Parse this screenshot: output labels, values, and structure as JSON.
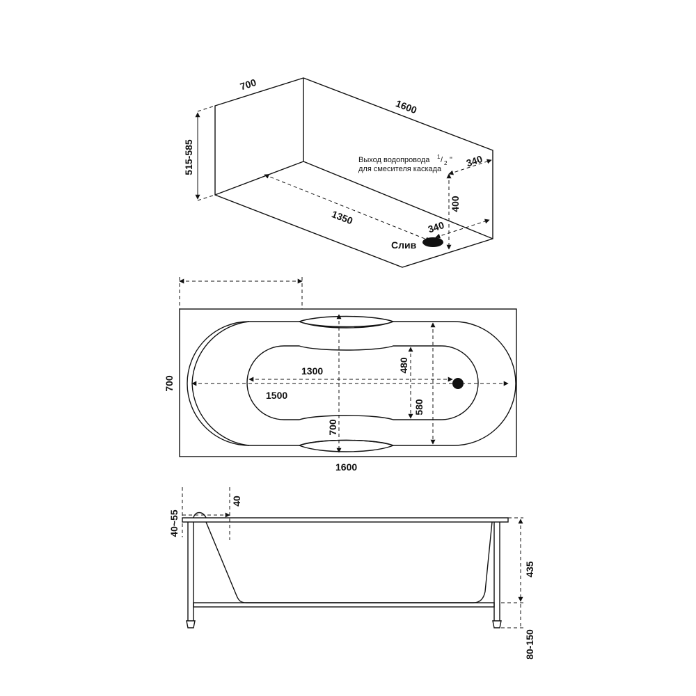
{
  "iso_view": {
    "dim_width": "700",
    "dim_length": "1600",
    "dim_height_range": "515-585",
    "dim_inner_length": "1350",
    "dim_water_outlet_offset": "340",
    "dim_drain_offset": "340",
    "dim_water_outlet_height": "400",
    "water_outlet_note_line1": "Выход водопровода",
    "water_outlet_fraction_num": "1",
    "water_outlet_fraction_den": "2",
    "water_outlet_inch": "\"",
    "water_outlet_note_line2": "для смесителя каскада",
    "drain_label": "Слив"
  },
  "top_view": {
    "dim_width": "700",
    "dim_length": "1600",
    "dim_inner_length": "1300",
    "dim_bowl_length": "1500",
    "dim_bowl_width": "700",
    "dim_bottom_narrow": "480",
    "dim_bottom_wide": "580"
  },
  "side_view": {
    "dim_rim_thickness": "40~55",
    "dim_rim_offset": "40",
    "dim_frame_height": "435",
    "dim_leg_adjust": "80-150"
  }
}
